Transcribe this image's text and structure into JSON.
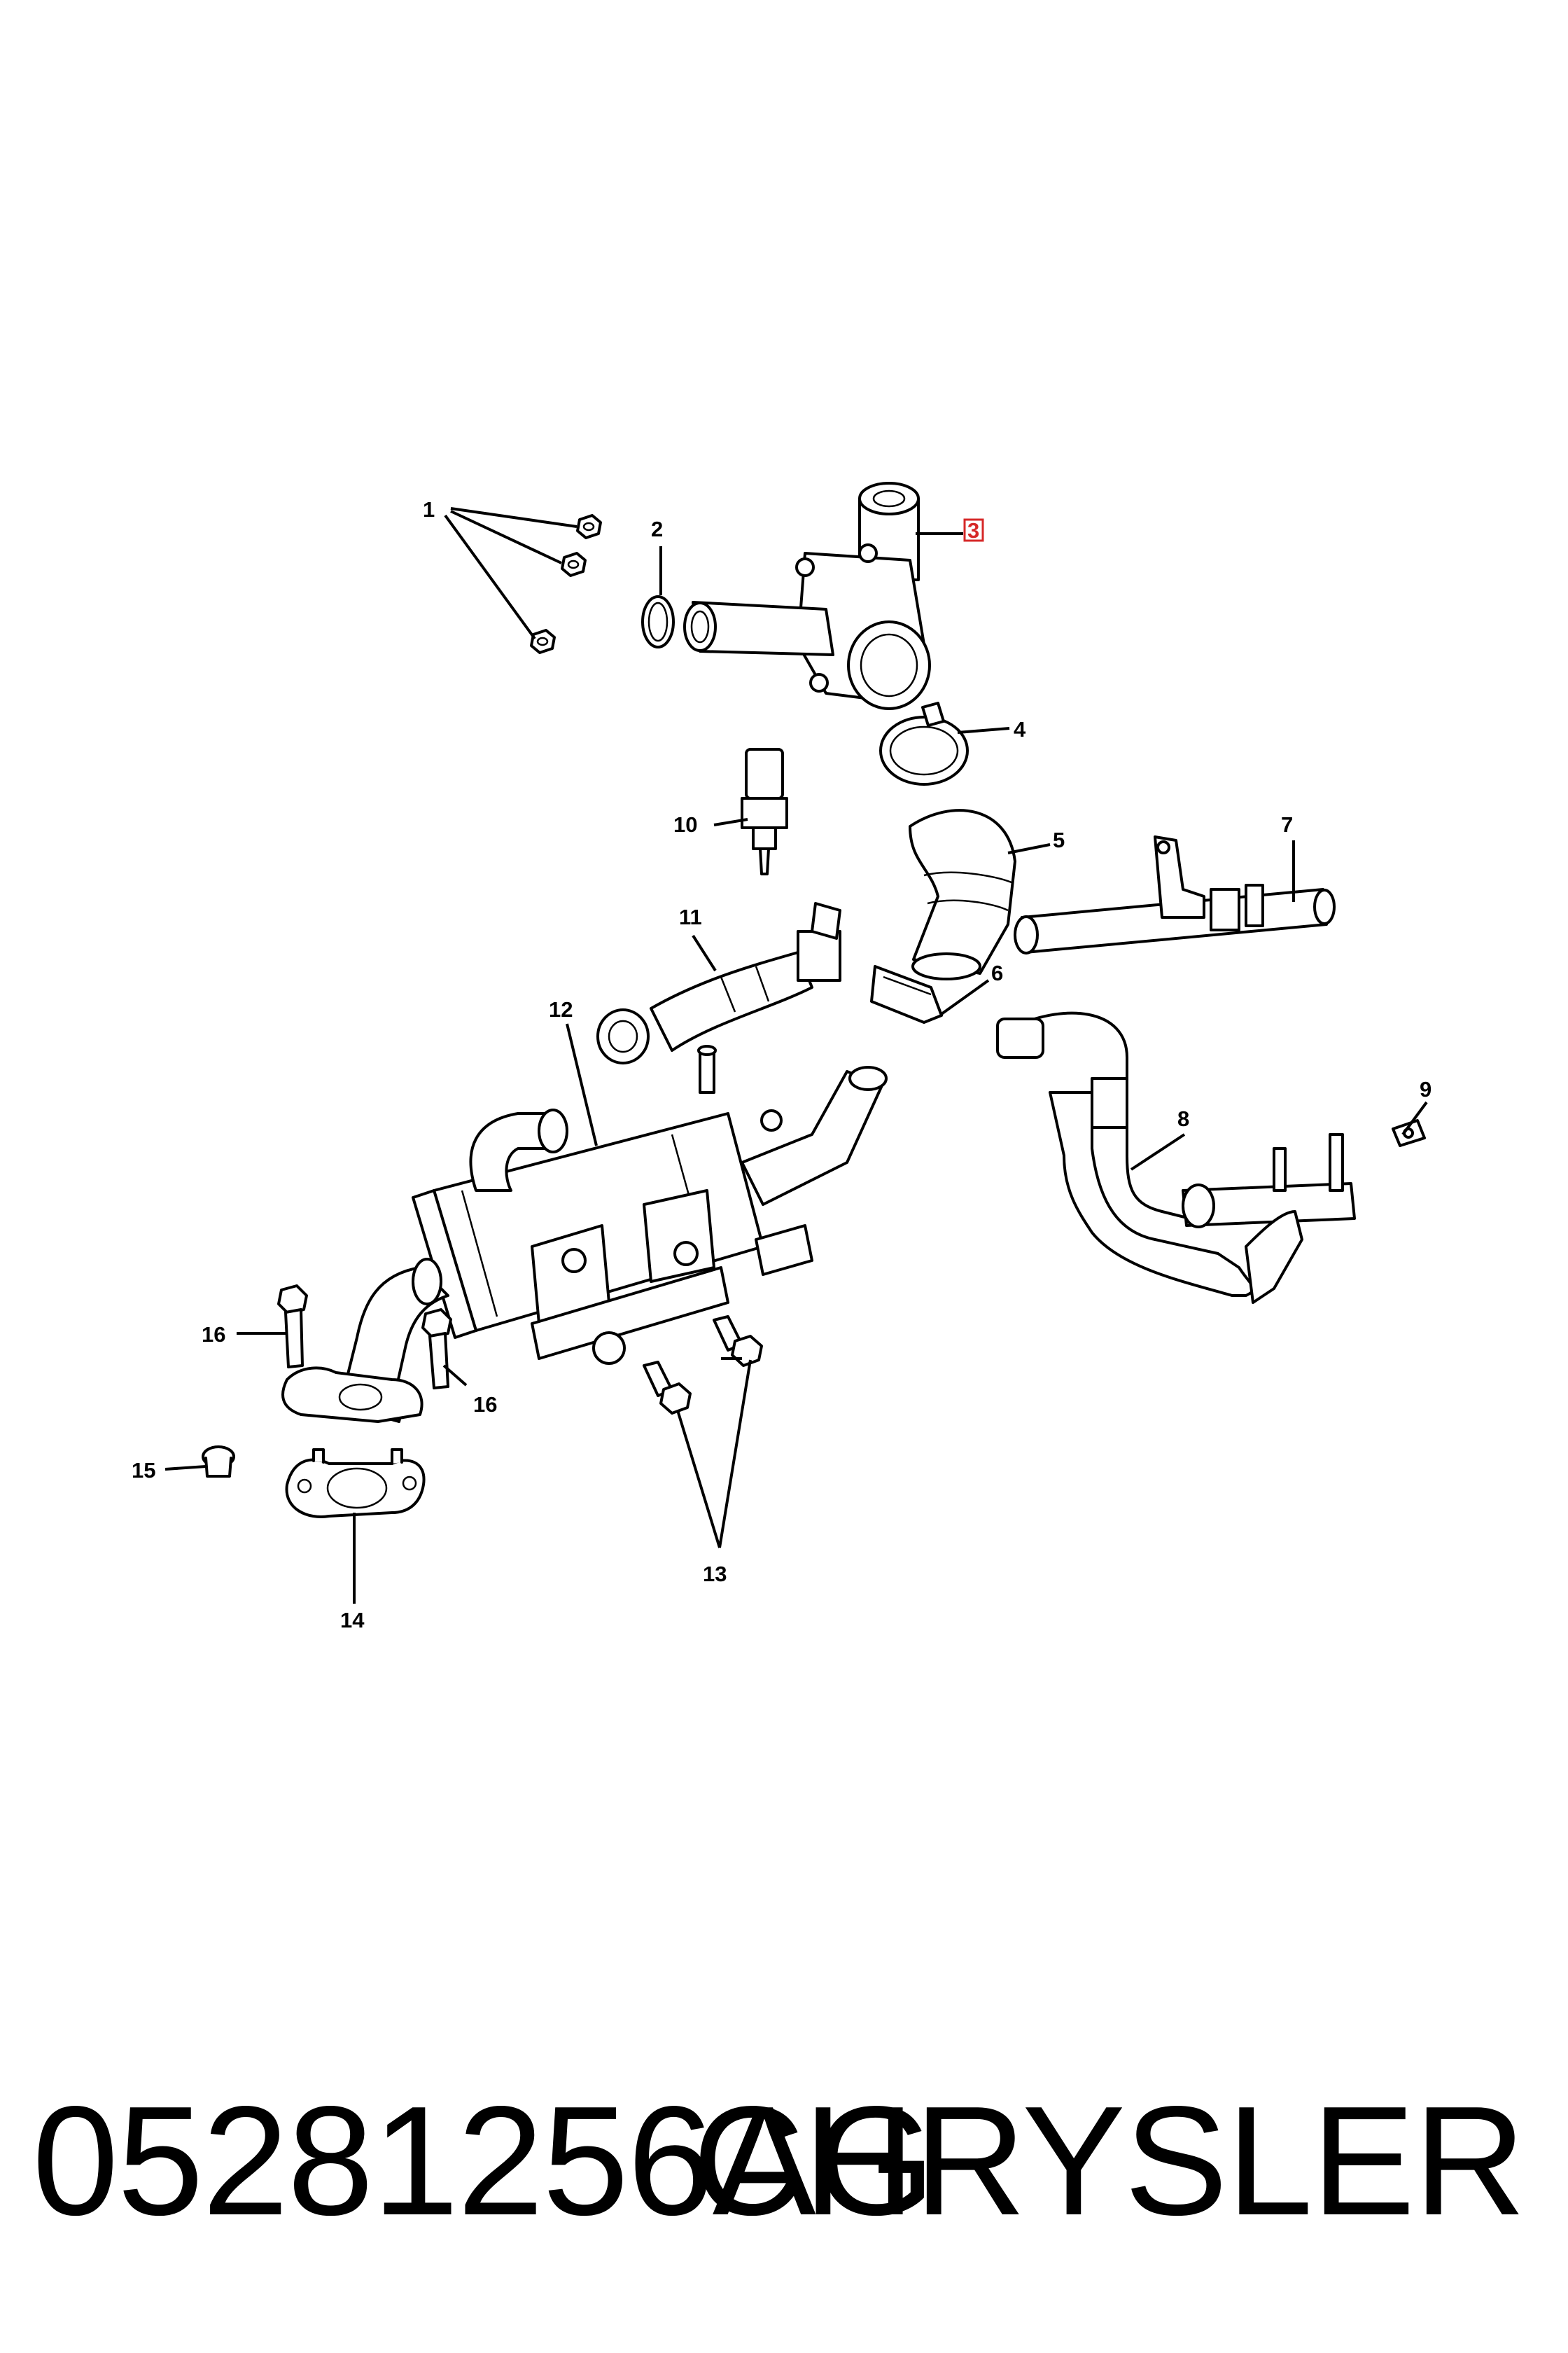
{
  "diagram": {
    "callouts": {
      "c1": "1",
      "c2": "2",
      "c3": "3",
      "c4": "4",
      "c5": "5",
      "c6": "6",
      "c7": "7",
      "c8": "8",
      "c9": "9",
      "c10": "10",
      "c11": "11",
      "c12": "12",
      "c13": "13",
      "c14": "14",
      "c15": "15",
      "c16a": "16",
      "c16b": "16"
    },
    "highlight_color": "#d62828"
  },
  "footer": {
    "part_number": "05281256AG",
    "brand": "CHRYSLER"
  }
}
